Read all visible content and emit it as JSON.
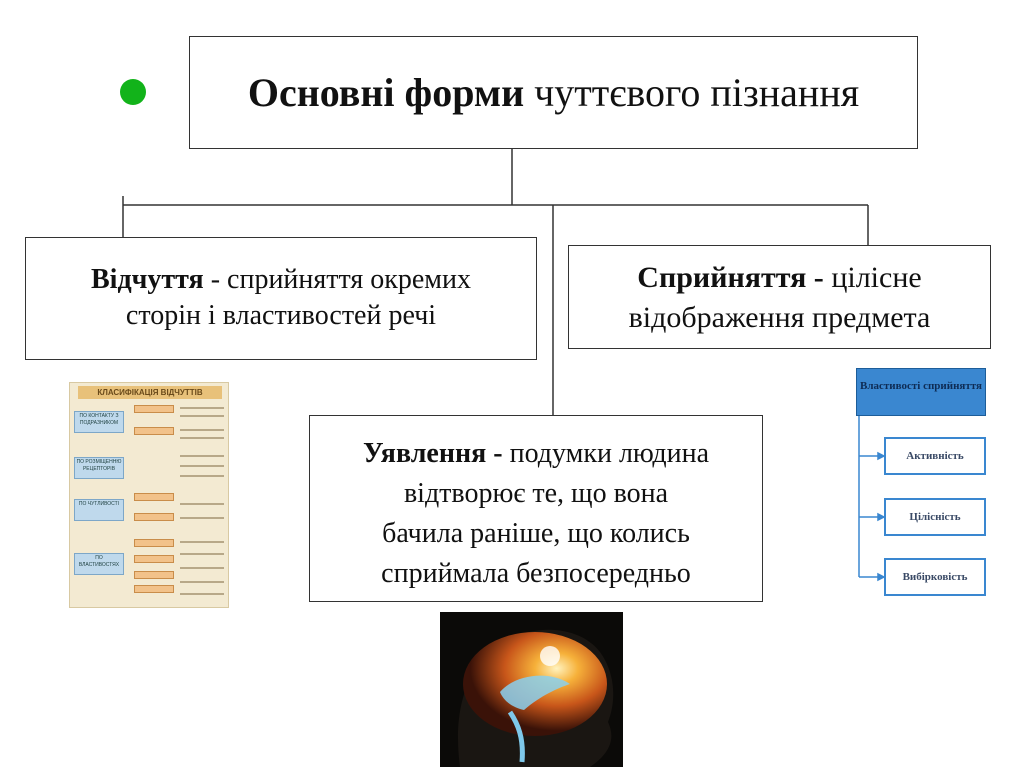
{
  "diagram": {
    "title": {
      "bold": "Основні форми",
      "rest": " чуттєвого пізнання"
    },
    "vidchuttia": {
      "term": "Відчуття",
      "def_line1": " -  сприйняття окремих",
      "def_line2": "сторін і властивостей речі"
    },
    "spryiniattia": {
      "term": "Сприйняття -",
      "def_line1": " цілісне",
      "def_line2": "відображення предмета"
    },
    "uiavlennia": {
      "term": "Уявлення -",
      "def_line1": " подумки людина",
      "def_line2": "відтворює те, що вона",
      "def_line3": "бачила раніше,  що колись",
      "def_line4": "сприймала безпосередньо"
    }
  },
  "classification_image": {
    "header": "КЛАСИФІКАЦІЯ ВІДЧУТТІВ",
    "groups": [
      "ПО КОНТАКТУ З ПОДРАЗНИКОМ",
      "ПО РОЗМІЩЕННЮ РЕЦЕПТОРІВ",
      "ПО ЧУТЛИВОСТІ",
      "ПО ВЛАСТИВОСТЯХ"
    ]
  },
  "properties_image": {
    "title": "Властивості сприйняття",
    "items": [
      "Активність",
      "Цілісність",
      "Вибірковість"
    ]
  },
  "colors": {
    "bullet": "#12b31a",
    "props_blue": "#3a87d0",
    "border": "#333333"
  }
}
